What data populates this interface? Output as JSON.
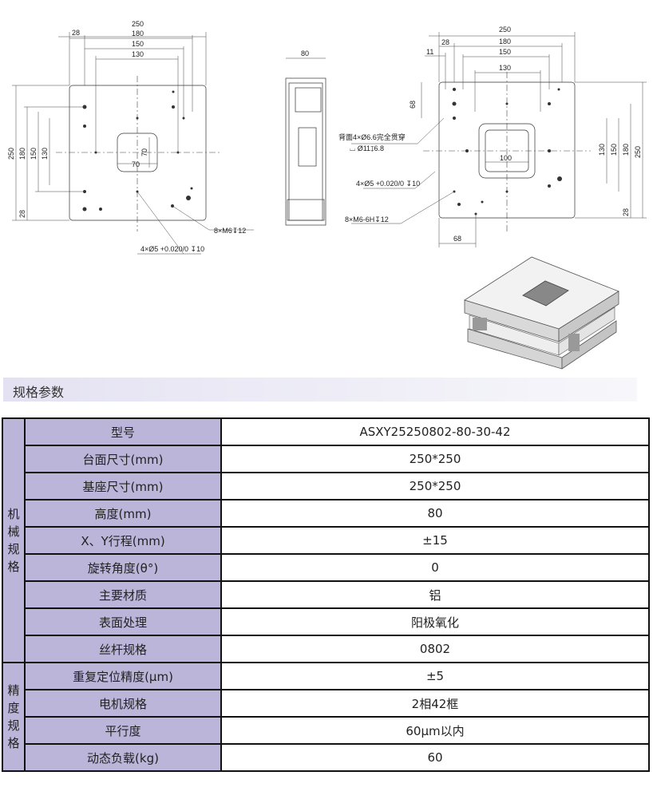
{
  "drawings": {
    "front_view": {
      "top_dims": [
        "250",
        "28",
        "180",
        "150",
        "130"
      ],
      "side_dims": [
        "250",
        "180",
        "150",
        "130",
        "28"
      ],
      "inner_dims": [
        "70",
        "70"
      ],
      "callout_thread": "8×M6↧12",
      "callout_pin": "4×Ø5 +0.020/0 ↧10"
    },
    "side_view": {
      "width_dim": "80"
    },
    "back_view": {
      "top_dims": [
        "250",
        "28",
        "11",
        "180",
        "150",
        "130"
      ],
      "side_dims": [
        "130",
        "150",
        "180",
        "250",
        "28"
      ],
      "left_dim": "68",
      "bottom_dim": "68",
      "inner_dim": "100",
      "callout_through": "背面4×Ø6.6完全贯穿",
      "callout_counterbore": "⌴ Ø11↧6.8",
      "callout_pin": "4×Ø5 +0.020/0 ↧10",
      "callout_thread": "8×M6-6H↧12"
    }
  },
  "section_title": "规格参数",
  "groups": [
    {
      "label": "机械规格",
      "rows": [
        {
          "name": "型号",
          "value": "ASXY25250802-80-30-42"
        },
        {
          "name": "台面尺寸(mm)",
          "value": "250*250"
        },
        {
          "name": "基座尺寸(mm)",
          "value": "250*250"
        },
        {
          "name": "高度(mm)",
          "value": "80"
        },
        {
          "name": "X、Y行程(mm)",
          "value": "±15"
        },
        {
          "name": "旋转角度(θ°)",
          "value": "0"
        },
        {
          "name": "主要材质",
          "value": "铝"
        },
        {
          "name": "表面处理",
          "value": "阳极氧化"
        },
        {
          "name": "丝杆规格",
          "value": "0802"
        }
      ]
    },
    {
      "label": "精度规格",
      "rows": [
        {
          "name": "重复定位精度(μm)",
          "value": "±5"
        },
        {
          "name": "电机规格",
          "value": "2相42框"
        },
        {
          "name": "平行度",
          "value": "60μm以内"
        },
        {
          "name": "动态负载(kg)",
          "value": "60"
        }
      ]
    }
  ]
}
